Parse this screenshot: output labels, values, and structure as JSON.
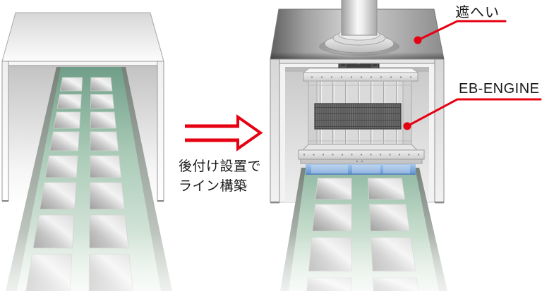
{
  "labels": {
    "shield": "遮へい",
    "engine": "EB-ENGINE"
  },
  "caption": {
    "line1": "後付け設置で",
    "line2": "ライン構築"
  },
  "icons": {
    "arrow": "arrow-right-icon"
  },
  "colors": {
    "accent_red": "#e60012",
    "text": "#1a1a1a",
    "belt_green": "#9cc2ae",
    "beam_blue": "#6f9fd8",
    "tray_silver": "#d9d9d9"
  }
}
